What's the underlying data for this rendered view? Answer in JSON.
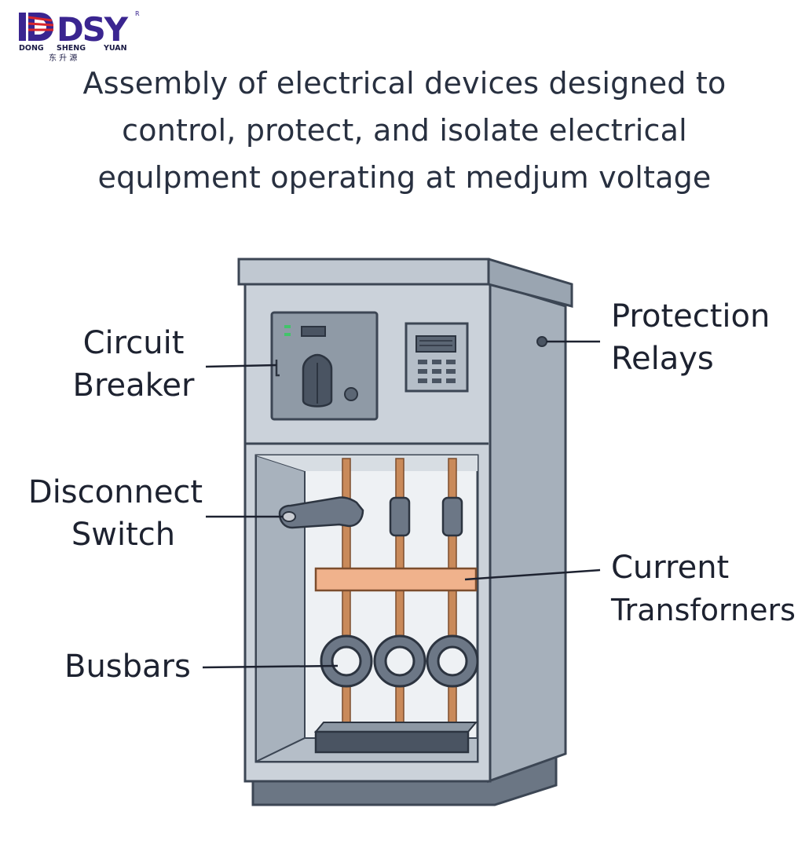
{
  "logo": {
    "mark": "DSY",
    "registered": "R",
    "company": [
      "DONG",
      "SHENG",
      "YUAN"
    ],
    "chinese": "东 升 源",
    "colors": {
      "primary": "#3a2590",
      "accent": "#d8262c"
    }
  },
  "headline": [
    "Assembly of electrical devices designed to",
    "control, protect, and isolate electrical",
    "equlpment operating at medjum voltage"
  ],
  "labels": {
    "circuit_breaker": [
      "Circuit",
      "Breaker"
    ],
    "disconnect_switch": [
      "Disconnect",
      "Switch"
    ],
    "busbars": [
      "Busbars"
    ],
    "protection_relays": [
      "Protection",
      "Relays"
    ],
    "current_transformers": [
      "Current",
      "Transforners"
    ]
  },
  "colors": {
    "cabinet": "#c7ced6",
    "cabinet_dark": "#8d98a4",
    "outline": "#3c4654",
    "copper": "#c98a5a",
    "copper_bar": "#f0b28c",
    "indicator": "#42c46a"
  }
}
